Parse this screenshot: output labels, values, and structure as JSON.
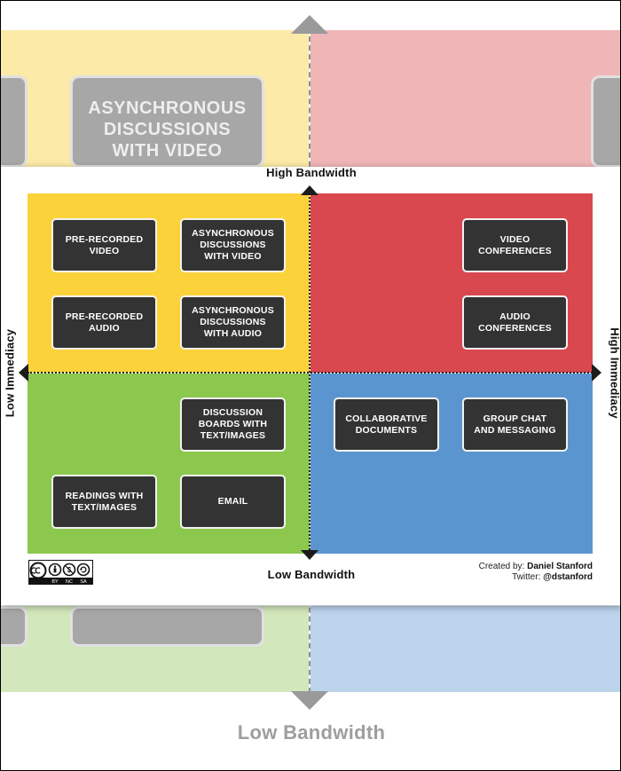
{
  "background": {
    "boxes": [
      {
        "id": "bg-async-video",
        "label": "ASYNCHRONOUS\nDISCUSSIONS\nWITH VIDEO"
      }
    ],
    "low_label": "Low Bandwidth"
  },
  "axes": {
    "top": "High Bandwidth",
    "bottom": "Low Bandwidth",
    "left": "Low Immediacy",
    "right": "High Immediacy"
  },
  "quadrants": {
    "top_left": {
      "color": "#fcd23a",
      "items": [
        "PRE-RECORDED\nVIDEO",
        "ASYNCHRONOUS\nDISCUSSIONS\nWITH VIDEO",
        "PRE-RECORDED\nAUDIO",
        "ASYNCHRONOUS\nDISCUSSIONS\nWITH AUDIO"
      ]
    },
    "top_right": {
      "color": "#d9474f",
      "items": [
        "VIDEO\nCONFERENCES",
        "AUDIO\nCONFERENCES"
      ]
    },
    "bottom_left": {
      "color": "#8cc84e",
      "items": [
        "DISCUSSION\nBOARDS WITH\nTEXT/IMAGES",
        "READINGS WITH\nTEXT/IMAGES",
        "EMAIL"
      ]
    },
    "bottom_right": {
      "color": "#5b95d0",
      "items": [
        "COLLABORATIVE\nDOCUMENTS",
        "GROUP CHAT\nAND MESSAGING"
      ]
    }
  },
  "license": {
    "icons": [
      "cc-icon",
      "by-icon",
      "nc-icon",
      "sa-icon"
    ],
    "labels": [
      "BY",
      "NC",
      "SA"
    ]
  },
  "credit": {
    "created_prefix": "Created by: ",
    "author": "Daniel Stanford",
    "twitter_prefix": "Twitter: ",
    "handle": "@dstanford"
  }
}
